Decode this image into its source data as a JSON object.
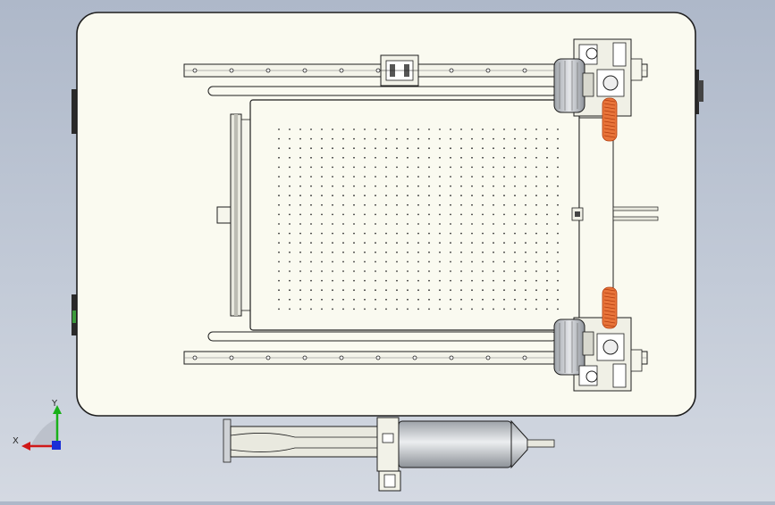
{
  "view": {
    "kind": "cad-top-view",
    "background_top": "#aeb8c9",
    "background_bottom": "#d4d9e2"
  },
  "colors": {
    "plate_fill": "#fafaf0",
    "outline": "#1e1e1e",
    "motor_metal": "#bfc3c8",
    "spring_orange": "#e8743a",
    "axis_x": "#d01818",
    "axis_y": "#18b018",
    "axis_z": "#1a2fd6"
  },
  "axis_triad": {
    "x_label": "X",
    "y_label": "Y"
  },
  "parts": [
    "base-plate",
    "top-linear-rail",
    "bottom-linear-rail",
    "rail-slider-block",
    "vacuum-table",
    "stepper-motor-top",
    "stepper-motor-bottom",
    "spring-top",
    "spring-bottom",
    "pneumatic-cylinder",
    "side-connector"
  ]
}
